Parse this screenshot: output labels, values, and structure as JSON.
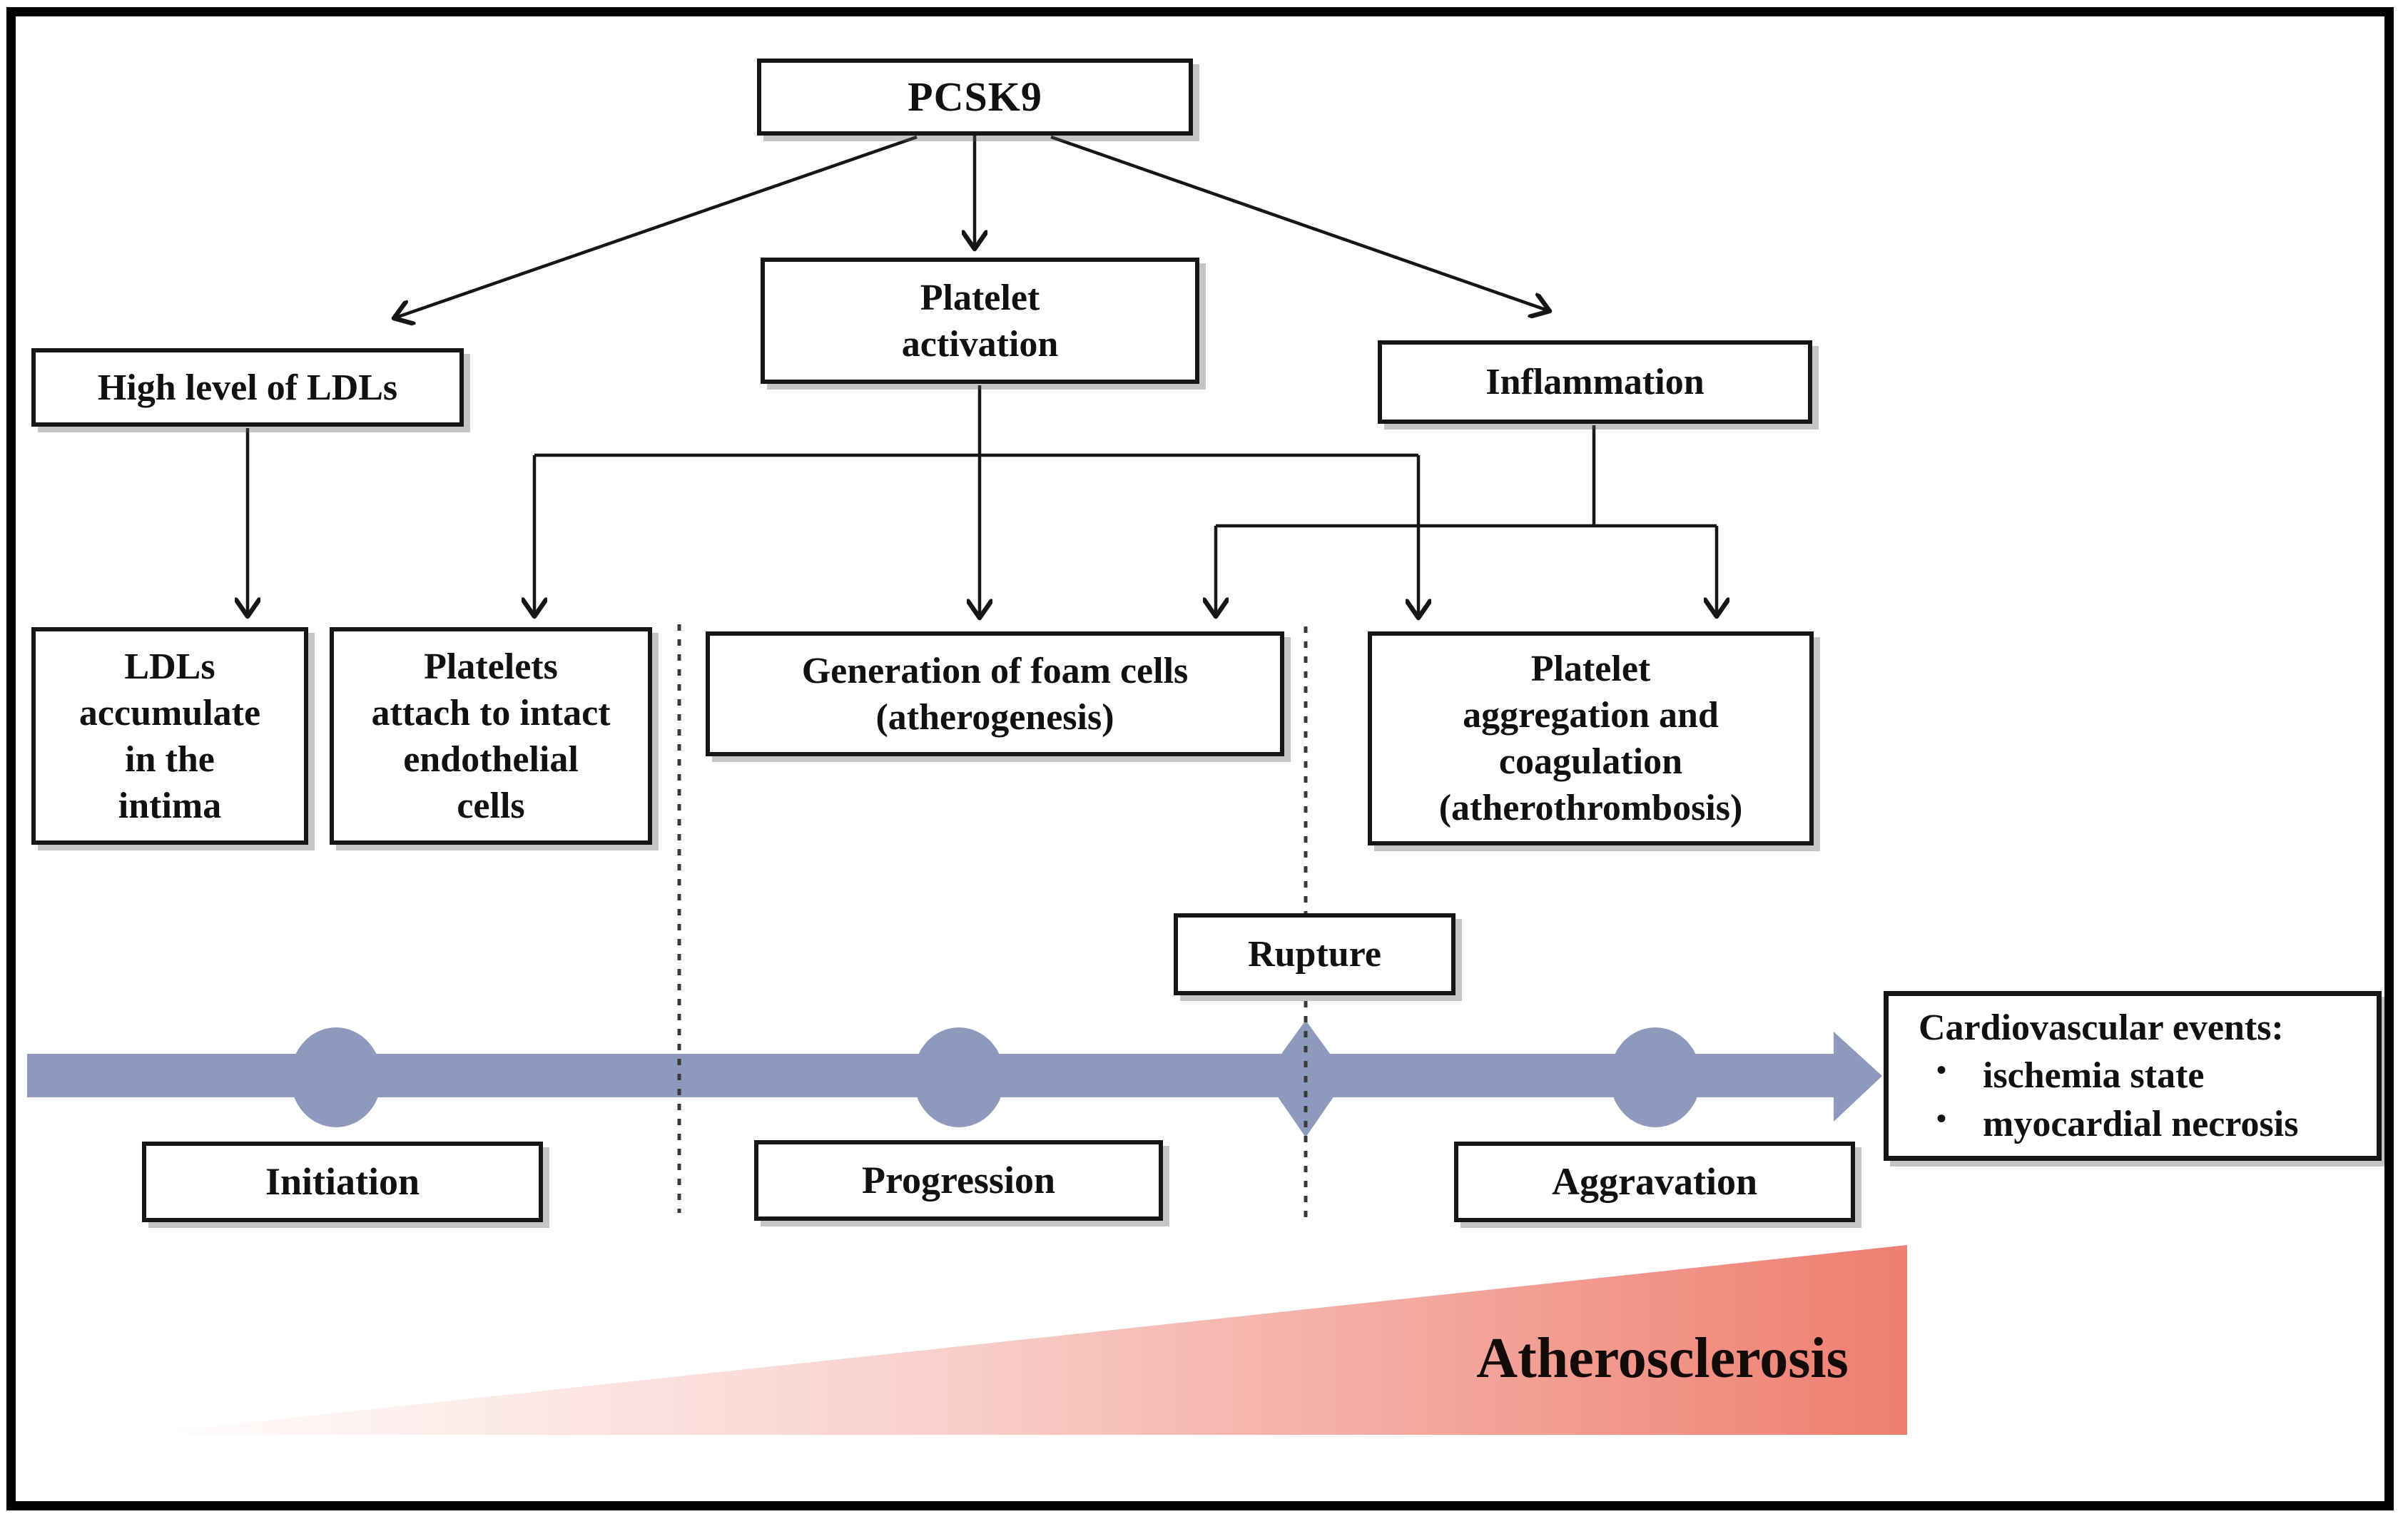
{
  "figure": {
    "description": "Flow diagram of PCSK9 role across atherosclerosis stages",
    "frame_color": "#000000",
    "background": "#ffffff"
  },
  "nodes": {
    "pcsk9": {
      "label": "PCSK9"
    },
    "platelet_activation": {
      "label": "Platelet\nactivation"
    },
    "high_ldl": {
      "label": "High level of LDLs"
    },
    "inflammation": {
      "label": "Inflammation"
    },
    "ldl_accumulate": {
      "label": "LDLs\naccumulate\nin the\nintima"
    },
    "platelets_attach": {
      "label": "Platelets\nattach to intact\nendothelial\ncells"
    },
    "foam_cells": {
      "label": "Generation of foam cells\n(atherogenesis)"
    },
    "platelet_aggregation": {
      "label": "Platelet\naggregation and\ncoagulation\n(atherothrombosis)"
    },
    "rupture": {
      "label": "Rupture"
    }
  },
  "timeline": {
    "arrow_color": "#8d99bd",
    "stages": [
      {
        "label": "Initiation"
      },
      {
        "label": "Progression"
      },
      {
        "label": "Aggravation"
      }
    ]
  },
  "outcome": {
    "title": "Cardiovascular events:",
    "bullet_char": "•",
    "bullets": [
      {
        "text": "ischemia state"
      },
      {
        "text": "myocardial necrosis"
      }
    ]
  },
  "severity": {
    "label": "Atherosclerosis",
    "gradient_start": "rgba(240,137,124,0)",
    "gradient_end": "#ee7f70"
  }
}
